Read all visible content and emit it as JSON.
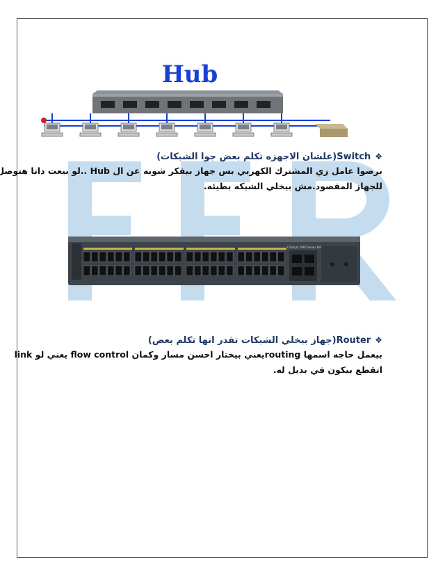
{
  "hub_figure": {
    "label": "Hub",
    "computer_count": 7
  },
  "switch_section": {
    "heading_term": "Switch",
    "heading_text": "(علشان الاجهزه تكلم بعض جوا الشبكات)",
    "lines": [
      "برضوا عامل زي المشترك الكهربي بس جهاز بيفكر شويه عن ال Hub ..لو بيعت داتا هتوصل",
      "للجهاز المقصود.مش بيخلي الشبكه بطيئه."
    ]
  },
  "switch_figure": {
    "model_label": "Catalyst 2960 Series PoE",
    "port_count": 48
  },
  "router_section": {
    "heading_term": "Router",
    "heading_text": "(جهاز بيخلي الشبكات تقدر انها تكلم بعض)",
    "lines": [
      "بيعمل حاجه اسمها routingيعني بيختار احسن مسار وكمان flow control يعني لو  link",
      "اتقطع بيكون في بديل له."
    ]
  },
  "colors": {
    "heading": "#1f3763",
    "watermark": "#c5dcef",
    "hub_bus": "#1a3fd6"
  }
}
